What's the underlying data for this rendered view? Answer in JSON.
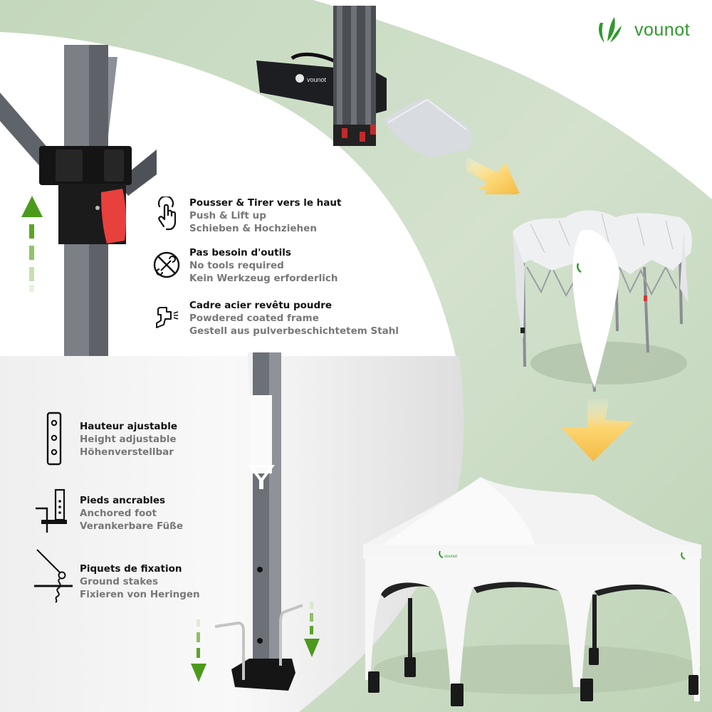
{
  "brand": {
    "name": "vounot",
    "color": "#2f9a2a"
  },
  "colors": {
    "background_green": "#c9dcc3",
    "panel_white": "#ffffff",
    "panel_grey": "#eeeeee",
    "arrow_green": "#4c9a1c",
    "arrow_yellow": "#f7c65a",
    "frame_grey": "#6f737a",
    "latch_red": "#e8403d"
  },
  "top_features": [
    {
      "icon": "hand-pointer-icon",
      "fr": "Pousser & Tirer vers le haut",
      "en": "Push & Lift up",
      "de": "Schieben & Hochziehen"
    },
    {
      "icon": "no-tools-icon",
      "fr": "Pas besoin d'outils",
      "en": "No tools required",
      "de": "Kein Werkzeug erforderlich"
    },
    {
      "icon": "spray-coating-icon",
      "fr": "Cadre acier revêtu poudre",
      "en": "Powdered coated frame",
      "de": "Gestell aus pulverbeschichtetem Stahl"
    }
  ],
  "bottom_features": [
    {
      "icon": "height-holes-icon",
      "fr": "Hauteur ajustable",
      "en": "Height adjustable",
      "de": "Höhenverstellbar"
    },
    {
      "icon": "anchored-foot-icon",
      "fr": "Pieds ancrables",
      "en": "Anchored foot",
      "de": "Verankerbare Füße"
    },
    {
      "icon": "ground-stake-icon",
      "fr": "Piquets de fixation",
      "en": "Ground stakes",
      "de": "Fixieren von Heringen"
    }
  ],
  "images": {
    "frame_joint": "Close-up of steel frame joint with red push latch",
    "packed_kit": "Carry bag with vounot logo, folded frame and folded canopy",
    "half_open": "Partially opened gazebo frame with crumpled canopy",
    "assembled": "Fully assembled white 3x6 gazebo with vounot logos and weight bags",
    "leg_foot": "Square leg with height holes, foot plate and two ground stakes"
  },
  "bag_logo_text": "vounot",
  "tent_logo_text": "vounot"
}
